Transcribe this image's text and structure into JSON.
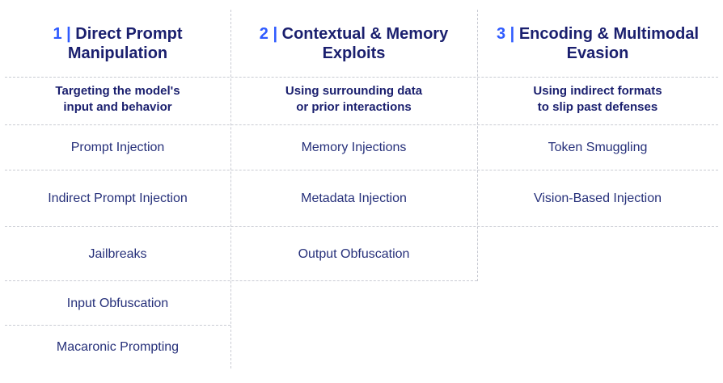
{
  "columns": [
    {
      "number": "1",
      "title_line1": "Direct Prompt",
      "title_line2": "Manipulation",
      "desc_line1": "Targeting the model's",
      "desc_line2": "input and behavior",
      "items": [
        "Prompt Injection",
        "Indirect Prompt Injection",
        "Jailbreaks",
        "Input Obfuscation",
        "Macaronic Prompting"
      ]
    },
    {
      "number": "2",
      "title_line1": "Contextual & Memory",
      "title_line2": "Exploits",
      "desc_line1": "Using surrounding data",
      "desc_line2": "or prior interactions",
      "items": [
        "Memory Injections",
        "Metadata Injection",
        "Output Obfuscation"
      ]
    },
    {
      "number": "3",
      "title_line1": "Encoding & Multimodal",
      "title_line2": "Evasion",
      "desc_line1": "Using indirect formats",
      "desc_line2": "to slip past defenses",
      "items": [
        "Token Smuggling",
        "Vision-Based Injection"
      ]
    }
  ],
  "colors": {
    "heading": "#1a1f6e",
    "number_accent": "#2f5bff",
    "item_text": "#26307a",
    "divider": "#c9cbd3"
  }
}
